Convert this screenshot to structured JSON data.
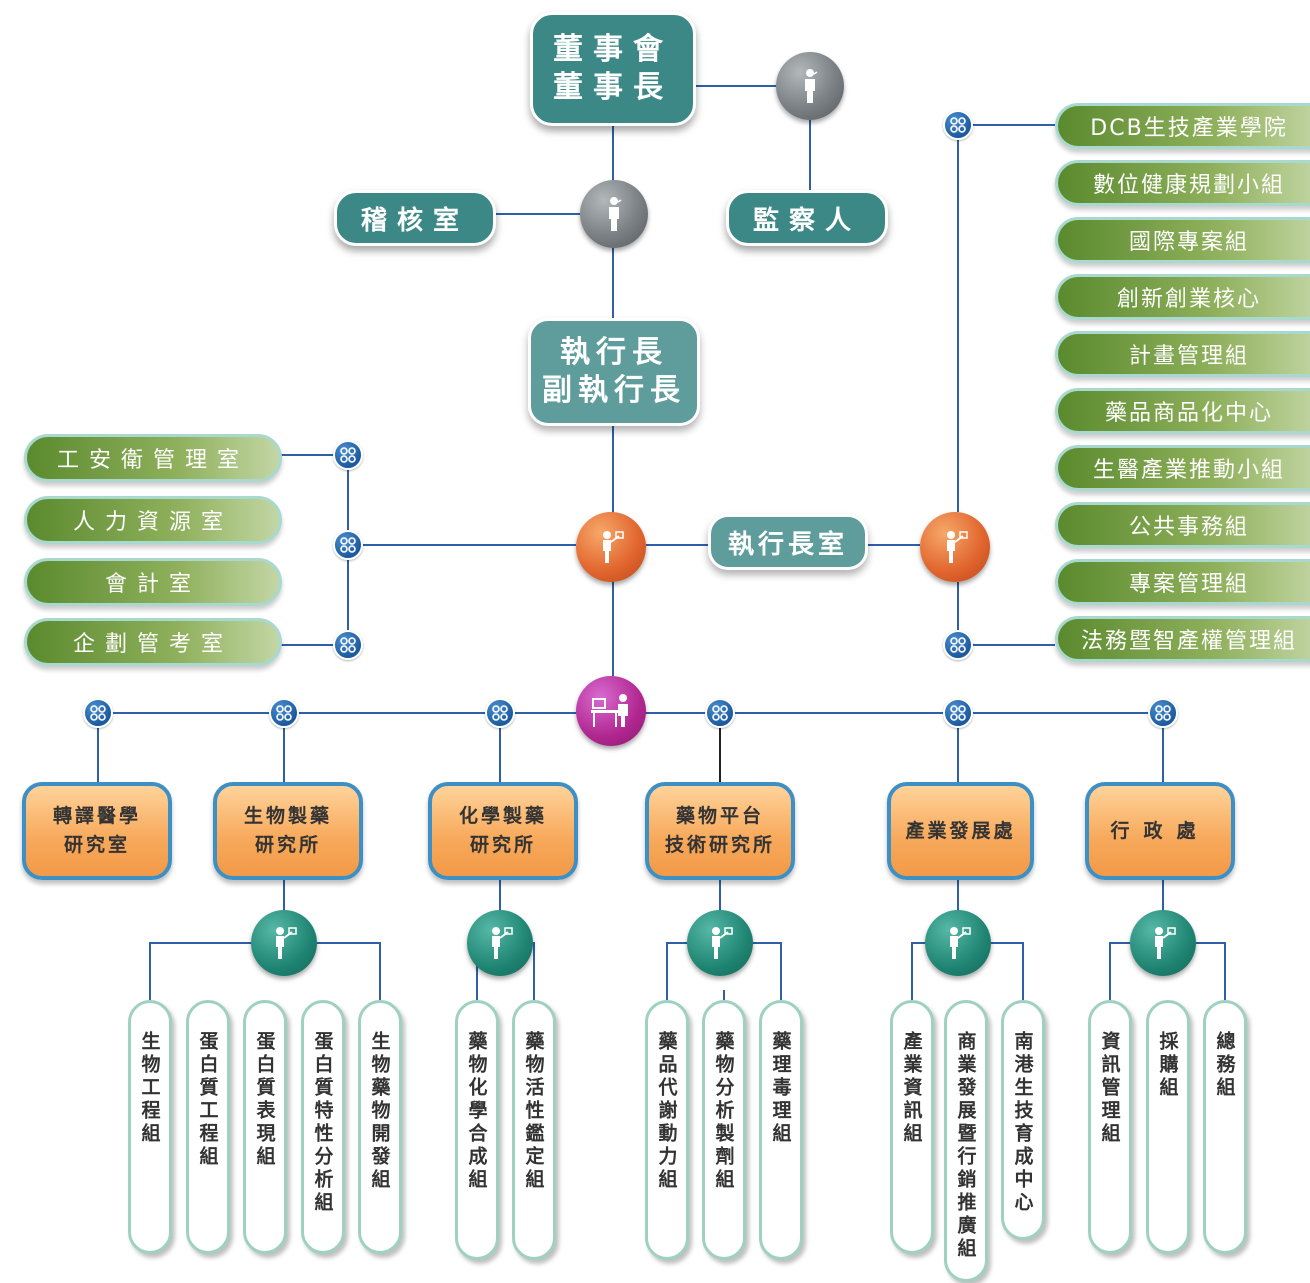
{
  "top": {
    "board": [
      "董事會",
      "董事長"
    ],
    "audit": "稽核室",
    "supervisor": "監察人",
    "ceo": [
      "執行長",
      "副執行長"
    ],
    "ceo_office": "執行長室"
  },
  "left_units": [
    "工安衛管理室",
    "人力資源室",
    "會計室",
    "企劃管考室"
  ],
  "right_units": [
    "DCB生技產業學院",
    "數位健康規劃小組",
    "國際專案組",
    "創新創業核心",
    "計畫管理組",
    "藥品商品化中心",
    "生醫產業推動小組",
    "公共事務組",
    "專案管理組",
    "法務暨智產權管理組"
  ],
  "departments": [
    {
      "label": [
        "轉譯醫學",
        "研究室"
      ],
      "groups": []
    },
    {
      "label": [
        "生物製藥",
        "研究所"
      ],
      "groups": [
        "生物工程組",
        "蛋白質工程組",
        "蛋白質表現組",
        "蛋白質特性分析組",
        "生物藥物開發組"
      ]
    },
    {
      "label": [
        "化學製藥",
        "研究所"
      ],
      "groups": [
        "藥物化學合成組",
        "藥物活性鑑定組"
      ]
    },
    {
      "label": [
        "藥物平台",
        "技術研究所"
      ],
      "groups": [
        "藥品代謝動力組",
        "藥物分析製劑組",
        "藥理毒理組"
      ]
    },
    {
      "label": [
        "產業發展處"
      ],
      "groups": [
        "產業資訊組",
        "商業發展暨行銷推廣組",
        "南港生技育成中心"
      ]
    },
    {
      "label": [
        "行政處"
      ],
      "groups": [
        "資訊管理組",
        "採購組",
        "總務組"
      ]
    }
  ],
  "icons": {
    "person": "person-icon",
    "presenter": "presenter-icon",
    "desk": "desk-worker-icon",
    "unit": "unit-node-icon"
  },
  "colors": {
    "teal_box": "#3c8886",
    "green_box": "#6f9a3d",
    "orange_box": "#f7a85a",
    "line": "#2f5fa8",
    "circle_gray": "#7a8084",
    "circle_orange": "#e0632c",
    "circle_magenta": "#b0268f",
    "circle_teal": "#1f8472"
  }
}
